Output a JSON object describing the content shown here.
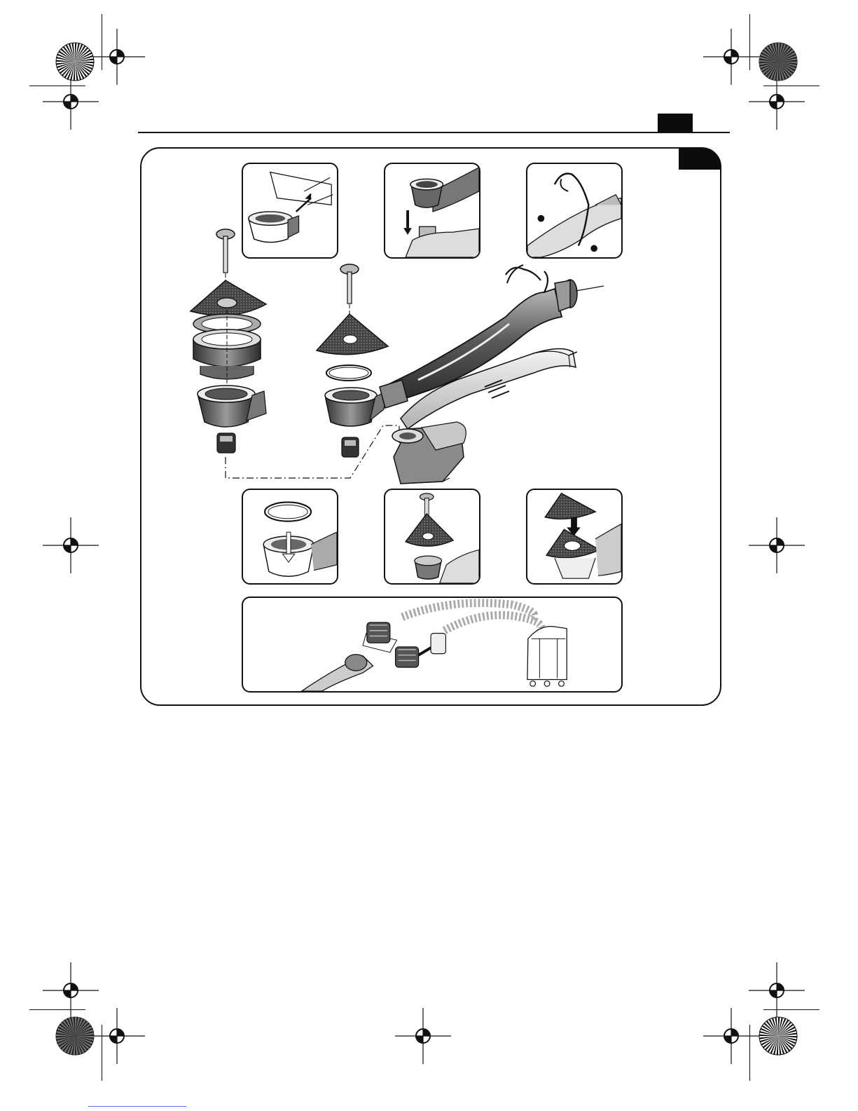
{
  "page": {
    "header_tab_label": "",
    "figure_label": ""
  },
  "registration_marks": {
    "icon": "crosshair-registration-icon",
    "starburst_icon": "starburst-calibration-icon"
  },
  "panels": [
    {
      "id": "attach-adapter",
      "icon": "dust-adapter-attach-icon"
    },
    {
      "id": "insert-adapter",
      "icon": "insert-adapter-icon"
    },
    {
      "id": "clip-hose",
      "icon": "hose-clip-icon"
    },
    {
      "id": "insert-ring",
      "icon": "insert-ring-icon"
    },
    {
      "id": "mount-pad",
      "icon": "mount-sanding-pad-icon"
    },
    {
      "id": "attach-sheet",
      "icon": "attach-sanding-sheet-icon"
    },
    {
      "id": "connect-vacuum",
      "icon": "connect-vacuum-icon"
    }
  ],
  "colors": {
    "ink": "#111111",
    "tab_fill": "#0c0c0c",
    "rule_blue": "#5a6fd6"
  }
}
